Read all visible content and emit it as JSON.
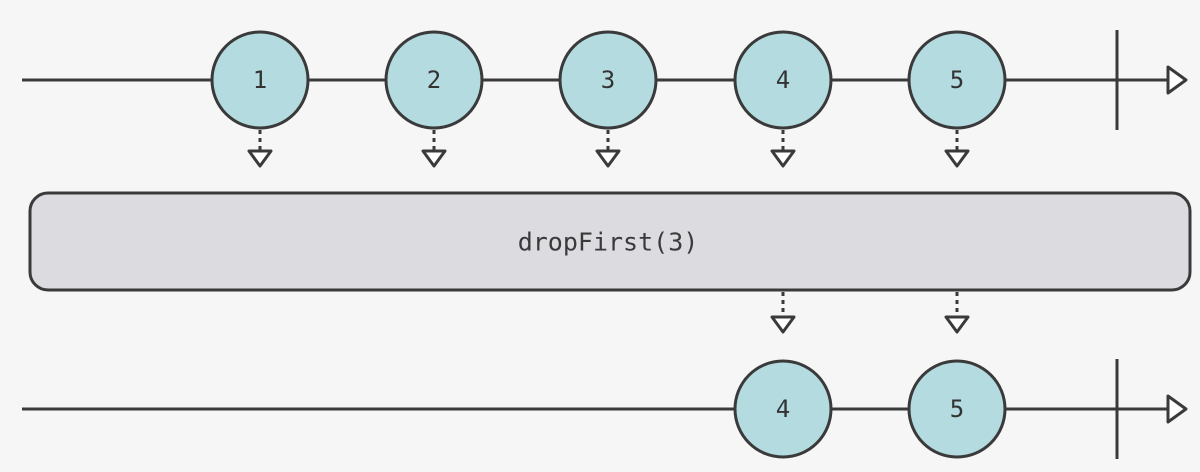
{
  "operator": {
    "label": "dropFirst(3)"
  },
  "input_stream": {
    "marbles": [
      {
        "label": "1",
        "passes": false
      },
      {
        "label": "2",
        "passes": false
      },
      {
        "label": "3",
        "passes": false
      },
      {
        "label": "4",
        "passes": true
      },
      {
        "label": "5",
        "passes": true
      }
    ]
  },
  "output_stream": {
    "marbles": [
      {
        "label": "4"
      },
      {
        "label": "5"
      }
    ]
  },
  "colors": {
    "background": "#f6f6f6",
    "marble_fill": "#b3dbe0",
    "operator_fill": "#dcdce0",
    "stroke": "#3a3a3a"
  }
}
